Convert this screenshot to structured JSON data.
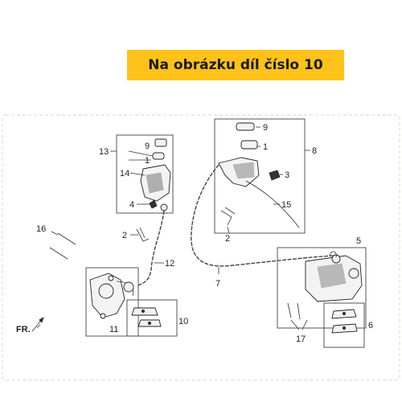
{
  "banner": {
    "text": "Na obrázku díl číslo 10",
    "color": "#ffc21a"
  },
  "diagram": {
    "frame_color": "#f2c9c9",
    "direction_label": "FR.",
    "callouts": {
      "c1_left": "1",
      "c1_right": "1",
      "c2_left": "2",
      "c2_right": "2",
      "c3": "3",
      "c4": "4",
      "c5": "5",
      "c6": "6",
      "c7": "7",
      "c8": "8",
      "c9_left": "9",
      "c9_right": "9",
      "c10": "10",
      "c11": "11",
      "c12": "12",
      "c13": "13",
      "c14": "14",
      "c15": "15",
      "c16": "16",
      "c17": "17"
    }
  }
}
